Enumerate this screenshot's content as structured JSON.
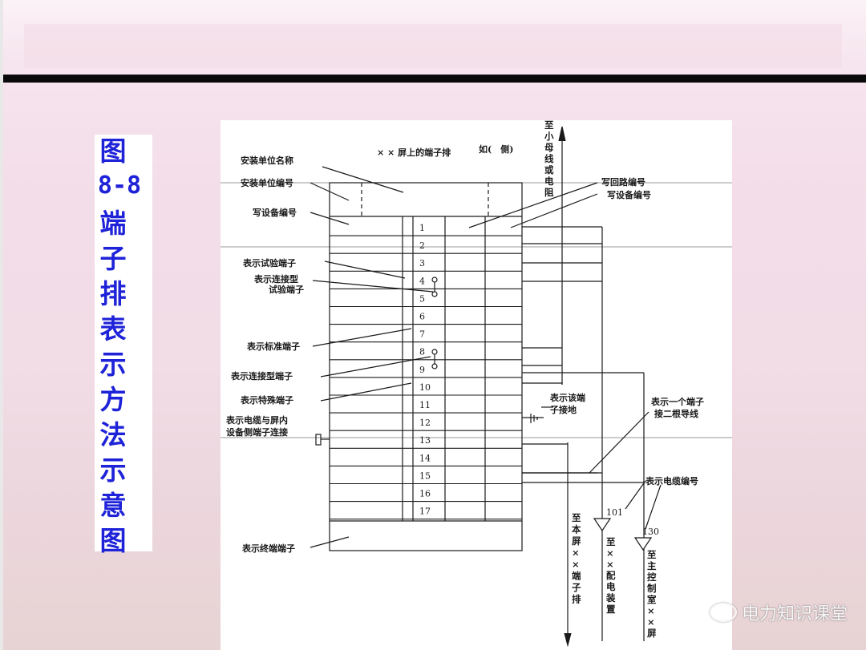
{
  "title_chars": [
    "图",
    "8-8",
    "端",
    "子",
    "排",
    "表",
    "示",
    "方",
    "法",
    "示",
    "意",
    "图"
  ],
  "header": "× × 屏上的端子排",
  "header_side": "如(　侧)",
  "labels": {
    "install_name": "安装单位名称",
    "install_no": "安装单位编号",
    "write_dev": "写设备编号",
    "test_term": "表示试验端子",
    "conn_test_1": "表示连接型",
    "conn_test_2": "试验端子",
    "std_term": "表示标准端子",
    "conn_term": "表示连接型端子",
    "special_term": "表示特殊端子",
    "cable_conn_1": "表示电缆与屏内",
    "cable_conn_2": "设备侧端子连接",
    "end_term": "表示终端端子",
    "write_loop_no": "写回路编号",
    "write_dev_no": "写设备编号",
    "ground_1": "表示该端",
    "ground_2": "子接地",
    "two_wire_1": "表示一个端子",
    "two_wire_2": "接二根导线",
    "cable_no": "表示电缆编号"
  },
  "terminal_numbers": [
    "1",
    "2",
    "3",
    "4",
    "5",
    "6",
    "7",
    "8",
    "9",
    "10",
    "11",
    "12",
    "13",
    "14",
    "15",
    "16",
    "17"
  ],
  "cable_numbers": {
    "c101": "101",
    "c130": "130"
  },
  "vertical_texts": {
    "to_bus": "至小母线或电阻",
    "to_this_panel": "至本屏××端子排",
    "to_device": "至××配电装置",
    "to_control": "至主控制室××屏"
  },
  "watermark": "电力知识课堂"
}
